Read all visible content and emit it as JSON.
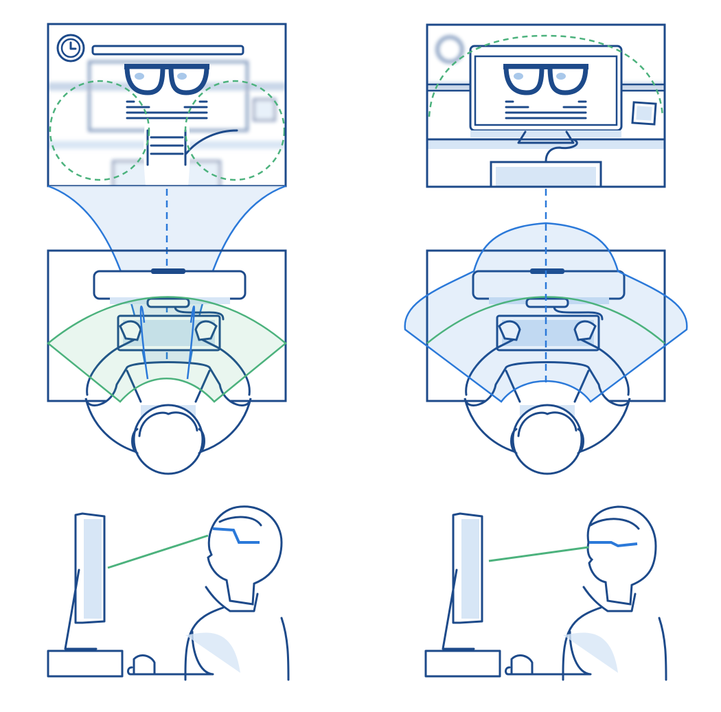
{
  "colors": {
    "outline": "#1d4a8a",
    "light_fill": "#d7e6f6",
    "field_of_view_green": "#4cb27d",
    "field_of_view_blue": "#2b79d9"
  },
  "panels": [
    {
      "side": "left",
      "focus": "narrow",
      "icons": [
        "clock-icon",
        "glasses-icon",
        "photo-frame-icon"
      ]
    },
    {
      "side": "right",
      "focus": "wide",
      "icons": [
        "clock-icon",
        "glasses-icon",
        "photo-frame-icon"
      ]
    }
  ]
}
